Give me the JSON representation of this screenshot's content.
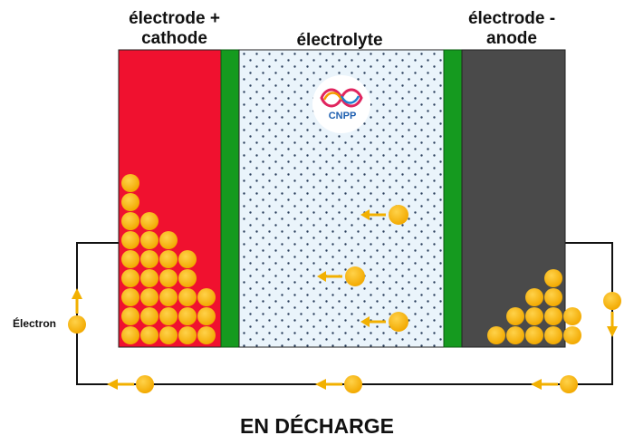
{
  "labels": {
    "cathode": "électrode +\ncathode",
    "electrolyte": "électrolyte",
    "anode": "électrode -\nanode",
    "electron": "Électron",
    "title": "EN DÉCHARGE"
  },
  "logo": {
    "text": "CNPP"
  },
  "colors": {
    "cathode": "#f0112f",
    "anode": "#4a4a4a",
    "separator": "#159a1f",
    "electrolyte": "#e8f3fb",
    "particle": "#f7b500",
    "arrow": "#f2b000",
    "wire": "#111111"
  },
  "icons": [
    "cnpp-logo-icon",
    "electron-particle-icon",
    "arrow-left-icon",
    "arrow-up-icon",
    "arrow-down-icon"
  ]
}
